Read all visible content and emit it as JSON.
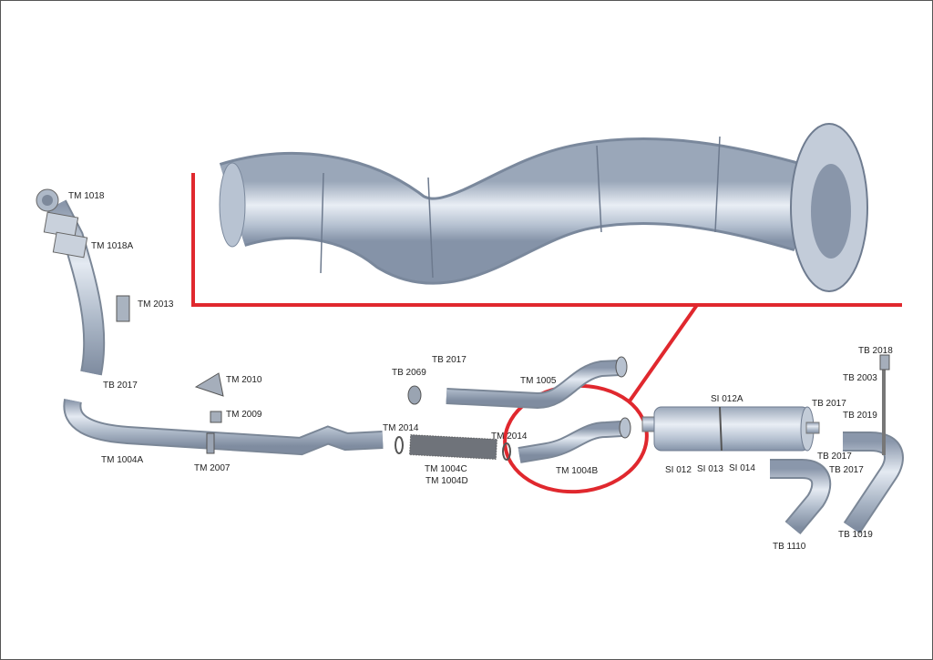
{
  "labels": {
    "tm1018": "TM 1018",
    "tm1018a": "TM 1018A",
    "tm2013": "TM 2013",
    "tb2017_a": "TB 2017",
    "tm2010": "TM 2010",
    "tm2009": "TM 2009",
    "tm1004a": "TM 1004A",
    "tm2007": "TM 2007",
    "tm2014_a": "TM 2014",
    "tb2069": "TB 2069",
    "tb2017_b": "TB 2017",
    "tm1005": "TM 1005",
    "tm2014_b": "TM 2014",
    "tm1004c": "TM 1004C",
    "tm1004d": "TM 1004D",
    "tm1004b": "TM 1004B",
    "si012a": "SI 012A",
    "si012": "SI 012",
    "si013": "SI 013",
    "si014": "SI 014",
    "tb2017_c": "TB 2017",
    "tb2019": "TB 2019",
    "tb2018": "TB 2018",
    "tb2003": "TB 2003",
    "tb2017_d": "TB 2017",
    "tb2017_e": "TB 2017",
    "tb1110": "TB 1110",
    "tb1019": "TB 1019"
  },
  "colors": {
    "highlight": "#e0282e",
    "pipe_light": "#dfe6f0",
    "pipe_dark": "#8c9bb0"
  }
}
